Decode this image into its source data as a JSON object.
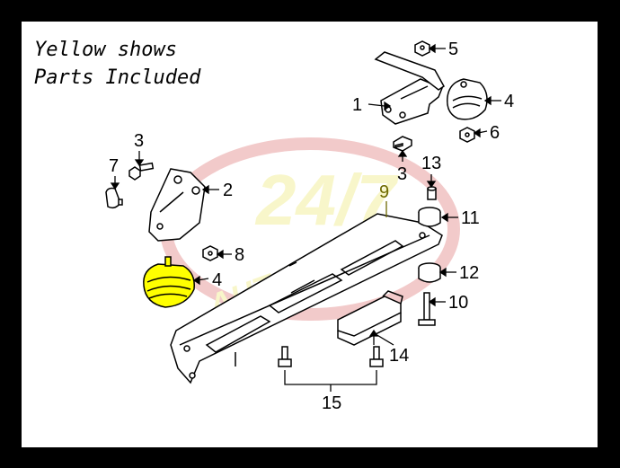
{
  "caption": {
    "line1": "Yellow shows",
    "line2": "Parts Included"
  },
  "watermark": {
    "text": "24/7",
    "text2": "AUTOPARTS"
  },
  "callouts": {
    "n1": "1",
    "n2": "2",
    "n3a": "3",
    "n3b": "3",
    "n4a": "4",
    "n4b": "4",
    "n5": "5",
    "n6": "6",
    "n7": "7",
    "n8": "8",
    "n9": "9",
    "n10": "10",
    "n11": "11",
    "n12": "12",
    "n13": "13",
    "n14": "14",
    "n15": "15"
  },
  "colors": {
    "highlight": "#ffff00",
    "watermark_red": "#e8a0a0",
    "watermark_yellow": "#f3f0a0",
    "label9": "#6e6a00"
  }
}
